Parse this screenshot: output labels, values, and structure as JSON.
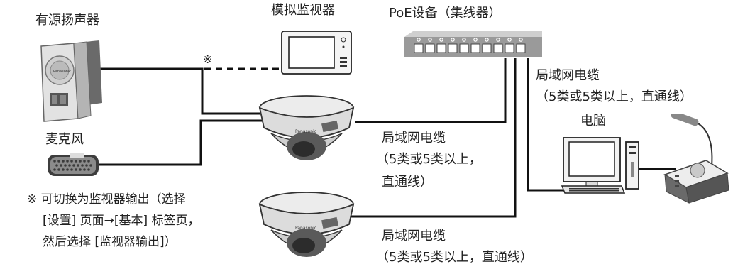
{
  "labels": {
    "speaker": "有源扬声器",
    "monitor": "模拟监视器",
    "hub": "PoE设备（集线器）",
    "mic": "麦克风",
    "pc": "电脑",
    "cable_top_l1": "局域网电缆",
    "cable_top_l2": "（5类或5类以上，直通线）",
    "cable_mid_l1": "局域网电缆",
    "cable_mid_l2": "（5类或5类以上，",
    "cable_mid_l3": "直通线）",
    "cable_bot_l1": "局域网电缆",
    "cable_bot_l2": "（5类或5类以上，直通线）",
    "dashed_mark": "※"
  },
  "footnote": {
    "line1": "※ 可切换为监视器输出（选择",
    "line2": "[设置] 页面→[基本] 标签页，",
    "line3": "然后选择 [监视器输出]）"
  },
  "brand": "Panasonic"
}
